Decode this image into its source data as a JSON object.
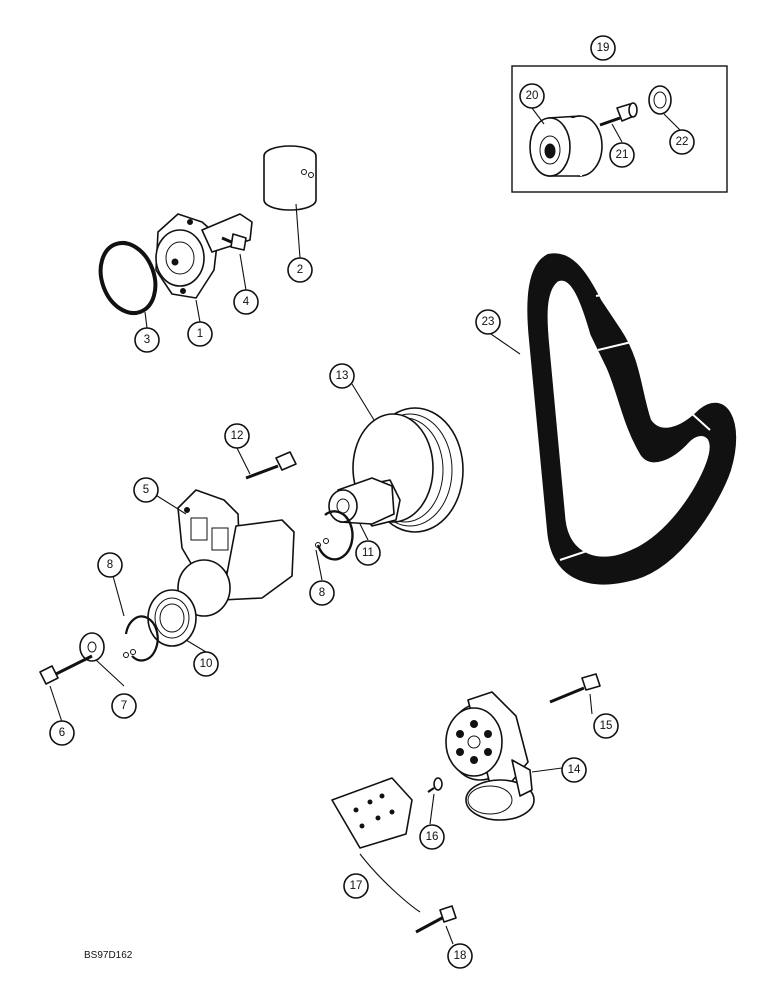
{
  "diagram": {
    "drawing_code": "BS97D162",
    "callouts": [
      "1",
      "2",
      "3",
      "4",
      "5",
      "6",
      "7",
      "8",
      "8",
      "10",
      "11",
      "12",
      "13",
      "14",
      "15",
      "16",
      "17",
      "18",
      "19",
      "20",
      "21",
      "22",
      "23"
    ]
  }
}
